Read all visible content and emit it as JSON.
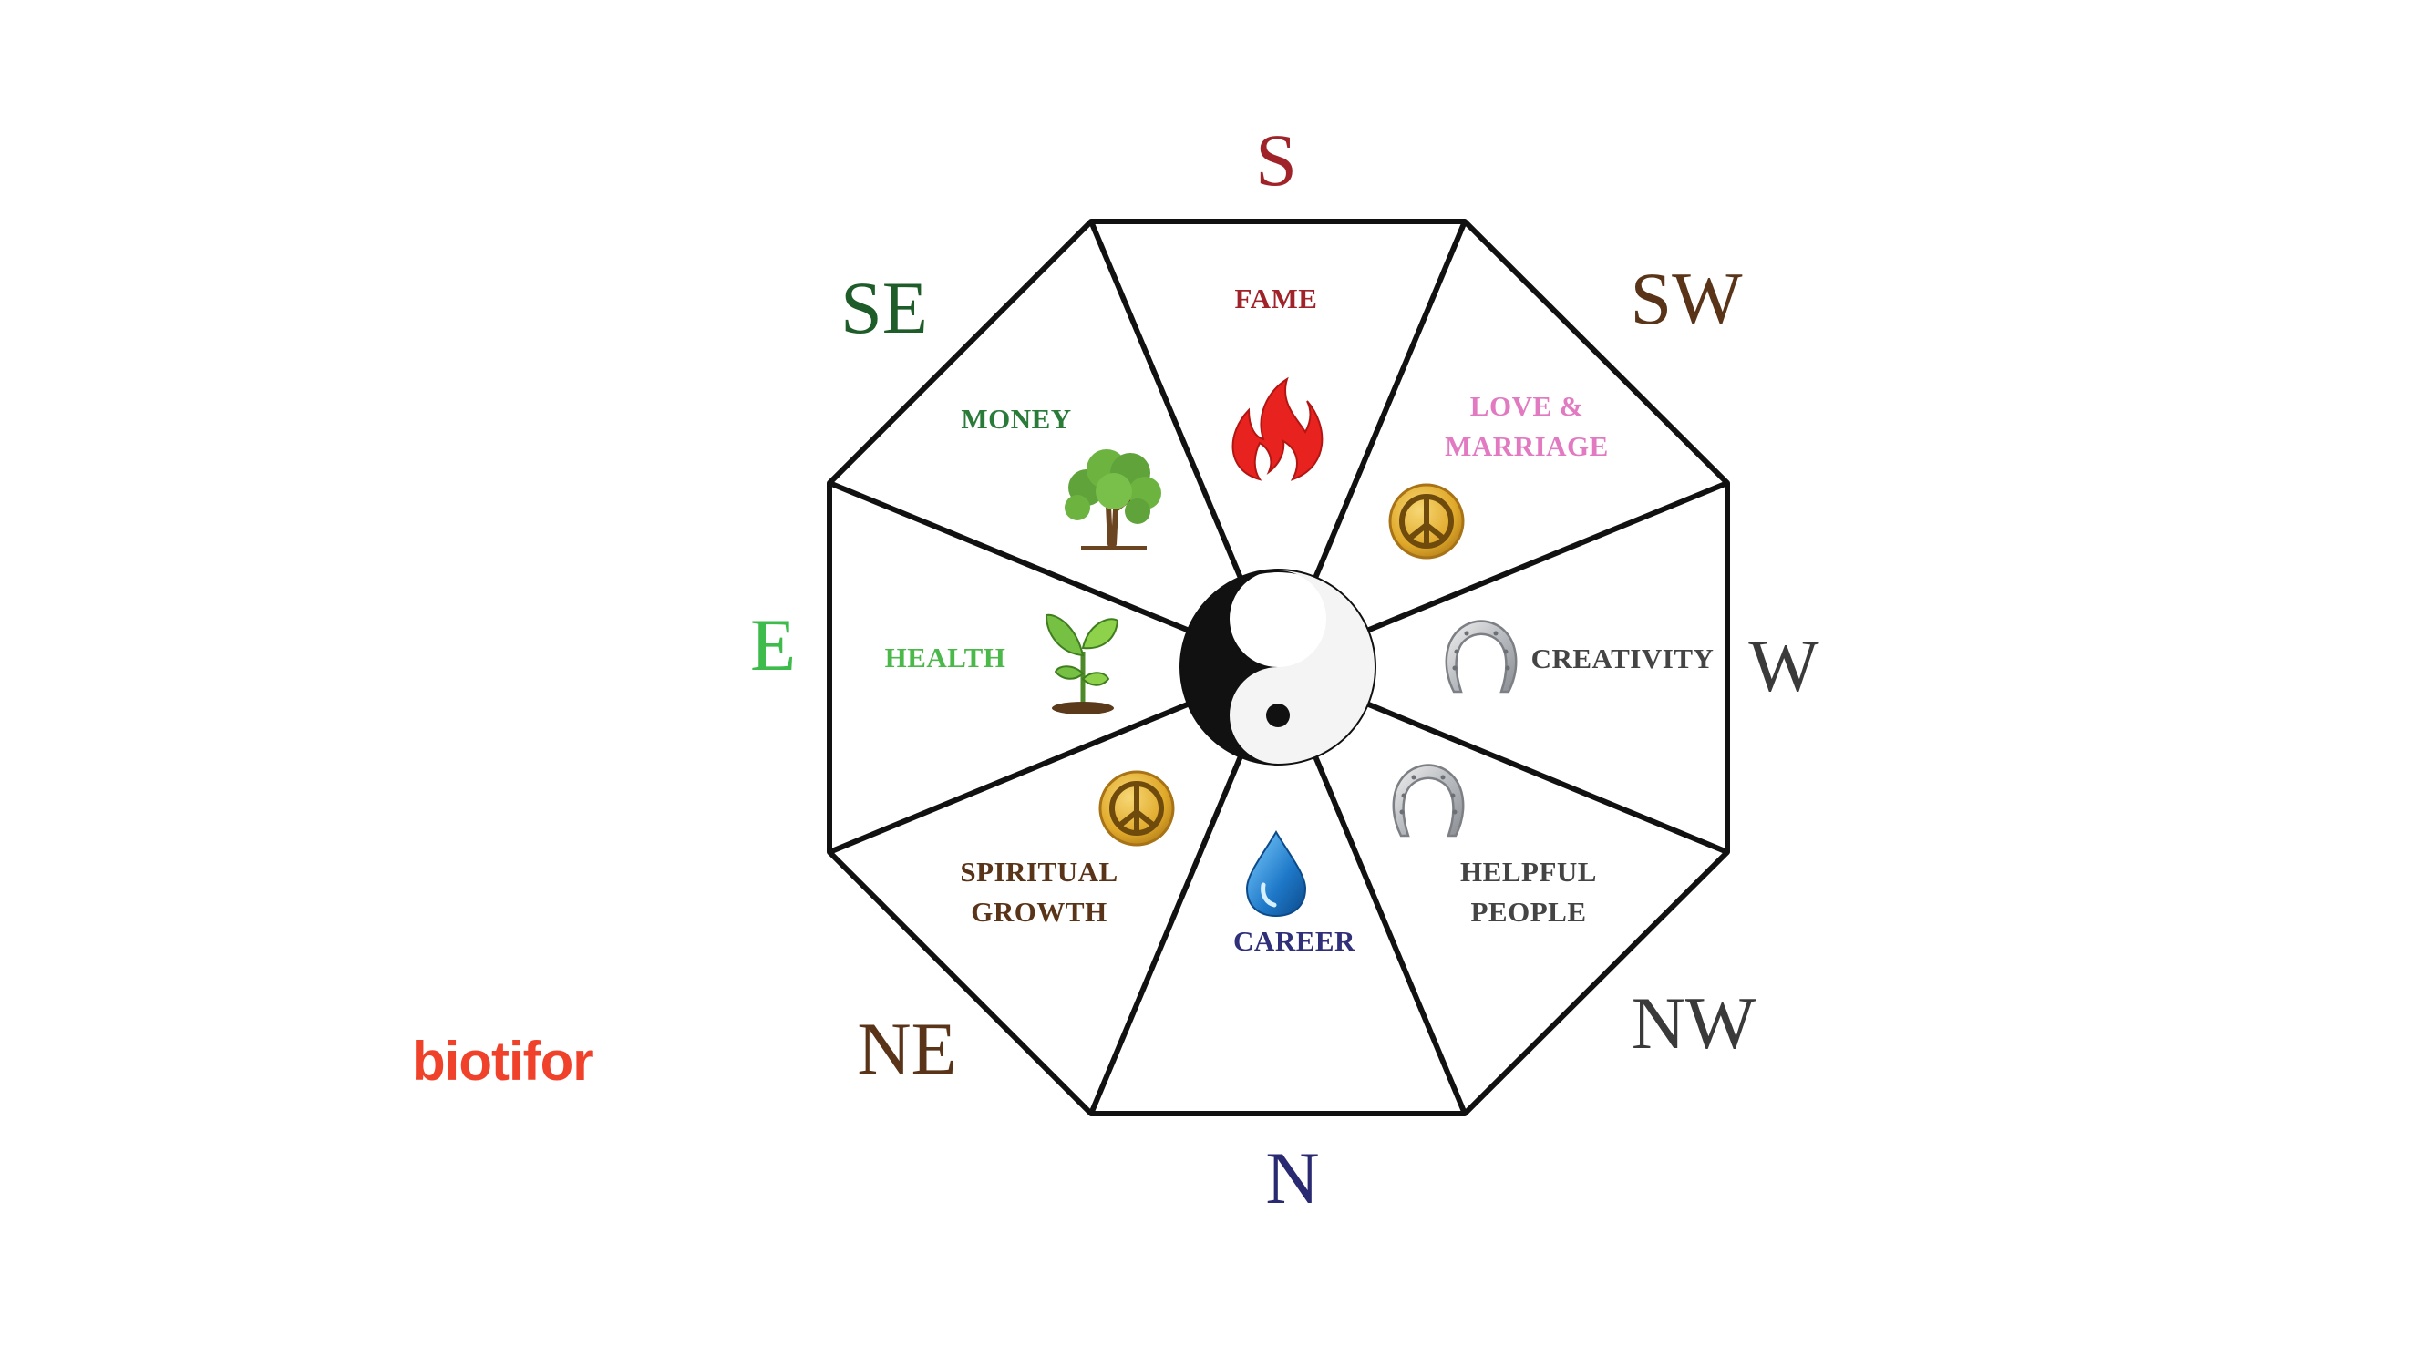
{
  "directions": {
    "s": {
      "label": "S",
      "color": "#a0232a"
    },
    "sw": {
      "label": "SW",
      "color": "#5a3418"
    },
    "w": {
      "label": "W",
      "color": "#3a3a3a"
    },
    "nw": {
      "label": "NW",
      "color": "#3a3a3a"
    },
    "n": {
      "label": "N",
      "color": "#2a2a72"
    },
    "ne": {
      "label": "NE",
      "color": "#5a3418"
    },
    "e": {
      "label": "E",
      "color": "#3dbb4b"
    },
    "se": {
      "label": "SE",
      "color": "#1e5c2a"
    }
  },
  "areas": {
    "fame": {
      "lines": [
        "FAME"
      ],
      "color": "#a0232a",
      "icon": "flame-icon"
    },
    "love": {
      "lines": [
        "LOVE &",
        "MARRIAGE"
      ],
      "color": "#e27ac2",
      "icon": "peace-sign-icon"
    },
    "creativity": {
      "lines": [
        "CREATIVITY"
      ],
      "color": "#444444",
      "icon": "horseshoe-icon"
    },
    "helpful": {
      "lines": [
        "HELPFUL",
        "PEOPLE"
      ],
      "color": "#444444",
      "icon": "horseshoe-icon"
    },
    "career": {
      "lines": [
        "CAREER"
      ],
      "color": "#2f2f7a",
      "icon": "water-drop-icon"
    },
    "spiritual": {
      "lines": [
        "SPIRITUAL",
        "GROWTH"
      ],
      "color": "#5a3418",
      "icon": "peace-sign-icon"
    },
    "health": {
      "lines": [
        "HEALTH"
      ],
      "color": "#4ab94a",
      "icon": "sprout-icon"
    },
    "money": {
      "lines": [
        "MONEY"
      ],
      "color": "#2a7a3a",
      "icon": "tree-icon"
    }
  },
  "center": {
    "icon": "yin-yang-icon"
  },
  "brand": {
    "text": "biotifor",
    "color": "#f0422b"
  }
}
